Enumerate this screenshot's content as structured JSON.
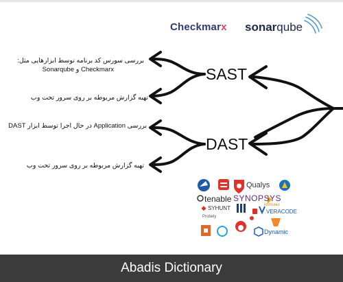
{
  "logos_top": {
    "checkmarx_main": "Checkmar",
    "checkmarx_x": "x",
    "sonar_main": "sonar",
    "sonar_qube": "qube"
  },
  "sast": {
    "label": "SAST",
    "note_1_line_1": "بررسی سورس کد برنامه توسط ابزارهایی مثل:",
    "note_1_line_2": "Checkmarx و Sonarqube",
    "note_2": "تهیه گزارش مربوطه بر روی سرور تحت وب"
  },
  "dast": {
    "label": "DAST",
    "note_1": "بررسی Application در حال اجرا توسط ابزار DAST",
    "note_2": "تهیه گزارش مربوطه بر روی سرور تحت وب"
  },
  "vendor_logos": {
    "qualys": "Qualys",
    "tenable": "tenable",
    "synopsys": "SYNOPSYS",
    "syhunt": "SYHUNT",
    "veracode": "VERACODE",
    "immunio": "immunio",
    "probely": "Probely",
    "dynamic": "Dynamic"
  },
  "footer": {
    "text": "Abadis Dictionary"
  },
  "colors": {
    "checkmarx_blue": "#2d3a73",
    "checkmarx_x": "#e8416a",
    "footer_bg": "#3b3b3b"
  }
}
